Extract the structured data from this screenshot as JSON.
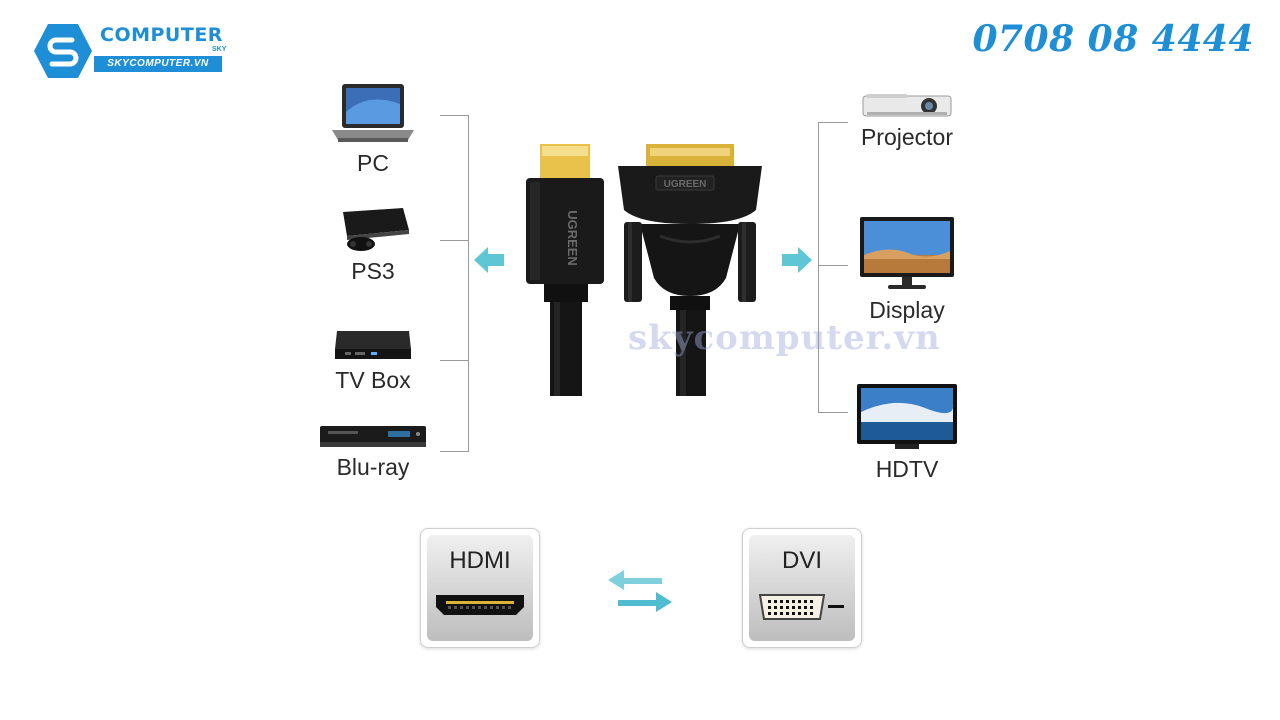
{
  "brand": {
    "name": "COMPUTER",
    "superscript": "SKY",
    "domain": "SKYCOMPUTER.VN"
  },
  "phone": "0708 08 4444",
  "watermark": "skycomputer.vn",
  "cable_brand": "UGREEN",
  "left_devices": [
    {
      "label": "PC",
      "icon": "laptop-icon"
    },
    {
      "label": "PS3",
      "icon": "game-console-icon"
    },
    {
      "label": "TV Box",
      "icon": "tv-box-icon"
    },
    {
      "label": "Blu-ray",
      "icon": "bluray-player-icon"
    }
  ],
  "right_devices": [
    {
      "label": "Projector",
      "icon": "projector-icon"
    },
    {
      "label": "Display",
      "icon": "monitor-icon"
    },
    {
      "label": "HDTV",
      "icon": "hdtv-icon"
    }
  ],
  "ports": {
    "left": "HDMI",
    "right": "DVI"
  },
  "colors": {
    "brand_blue": "#1e8fd6",
    "arrow_teal": "#5fc6d6",
    "cable_black": "#151515",
    "gold": "#d9b23a"
  }
}
